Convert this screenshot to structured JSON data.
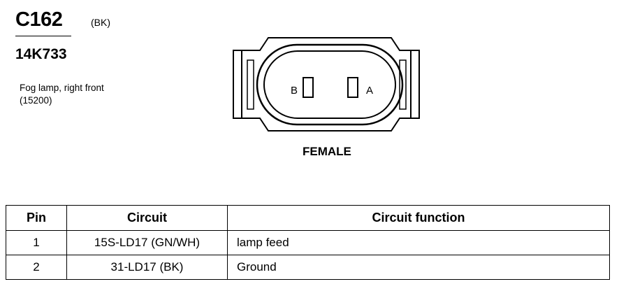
{
  "header": {
    "connector_id": "C162",
    "connector_color": "(BK)",
    "part_number": "14K733",
    "description_lines": [
      "Fog lamp, right front",
      "(15200)"
    ]
  },
  "connector": {
    "gender": "FEMALE",
    "pin_labels": {
      "left": "B",
      "right": "A"
    }
  },
  "table": {
    "headers": [
      "Pin",
      "Circuit",
      "Circuit function"
    ],
    "rows": [
      {
        "pin": "1",
        "circuit": "15S-LD17 (GN/WH)",
        "function": "lamp feed"
      },
      {
        "pin": "2",
        "circuit": "31-LD17 (BK)",
        "function": "Ground"
      }
    ]
  }
}
